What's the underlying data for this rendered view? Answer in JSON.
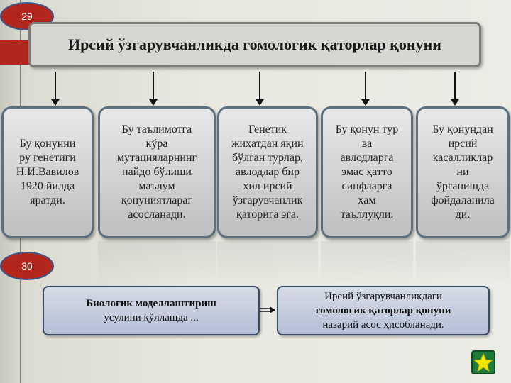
{
  "slide1": {
    "page_number": "29",
    "title": "Ирсий ўзгарувчанликда гомологик қаторлар қонуни",
    "cards": [
      "Бу қонунни\nру генетиги\nН.И.Вавилов\n1920 йилда\nяратди.",
      "Бу таълимотга\nкўра\nмутацияларнинг\nпайдо бўлиши\nмаълум\nқонуниятлараг\nасосланади.",
      "Генетик\nжиҳатдан яқин\nбўлган турлар,\nавлодлар бир\nхил  ирсий\nўзгарувчанлик\nқаторига эга.",
      "Бу қонун тур\nва\nавлодларга\nэмас ҳатто\nсинфларга\nҳам\nтаъллуқли.",
      "Бу қонундан\nирсий\nкасалликлар\nни\nўрганишда\nфойдаланила\nди."
    ]
  },
  "slide2": {
    "page_number": "30",
    "left_box": {
      "line1": "Биологик моделлаштириш",
      "line2": "усулини қўллашда ..."
    },
    "right_box": {
      "line1": "Ирсий ўзгарувчанликдаги",
      "line2": "гомологик қаторлар қонуни",
      "line3": "назарий асос  ҳисобланади."
    }
  },
  "icons": [
    "star-icon",
    "double-arrow-icon",
    "down-arrow-icon"
  ],
  "colors": {
    "badge_red": "#b3261e",
    "star_green_bg": "#1f7a3a",
    "star_yellow": "#f3e600",
    "bottom_box_blue": "#b5c0d6"
  }
}
